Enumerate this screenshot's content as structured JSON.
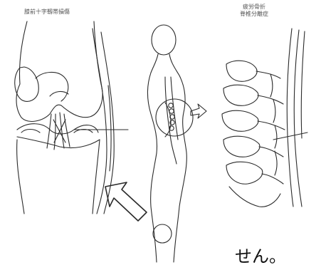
{
  "captions": {
    "acl": "膝前十字靱帯損傷",
    "fracture_line1": "疲労骨折",
    "fracture_line2": "脊椎分離症"
  },
  "footer": {
    "text": "せん。"
  },
  "icons": {
    "arrow_large": "outline-arrow-up-left",
    "arrow_small": "outline-arrow-right"
  },
  "colors": {
    "line": "#2a2a2a",
    "caption": "#555555",
    "background": "#ffffff"
  }
}
